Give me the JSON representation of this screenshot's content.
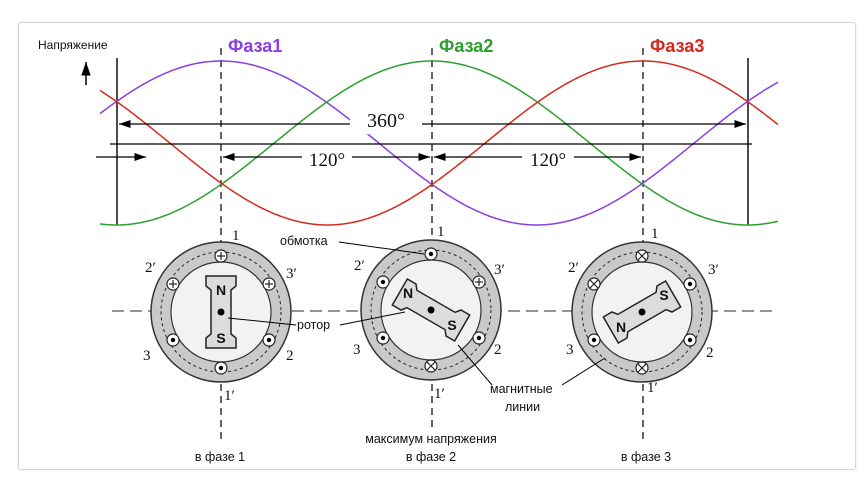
{
  "axis": {
    "ylabel": "Напряжение"
  },
  "phases": [
    {
      "label": "Фаза1",
      "color": "#8a3fe0"
    },
    {
      "label": "Фаза2",
      "color": "#2aa12e"
    },
    {
      "label": "Фаза3",
      "color": "#d42a1e"
    }
  ],
  "dimensions": {
    "full": "360°",
    "shift1": "120°",
    "shift2": "120°"
  },
  "coils": {
    "c1": "1",
    "c2": "2",
    "c3": "3",
    "c1p": "1′",
    "c2p": "2′",
    "c3p": "3′"
  },
  "poles": {
    "north": "N",
    "south": "S"
  },
  "callouts": {
    "winding": "обмотка",
    "rotor": "ротор",
    "magnetic_line1": "магнитные",
    "magnetic_line2": "линии"
  },
  "captions": {
    "phase1": "в фазе 1",
    "phase2_line1": "максимум напряжения",
    "phase2_line2": "в фазе 2",
    "phase3": "в фазе 3"
  }
}
